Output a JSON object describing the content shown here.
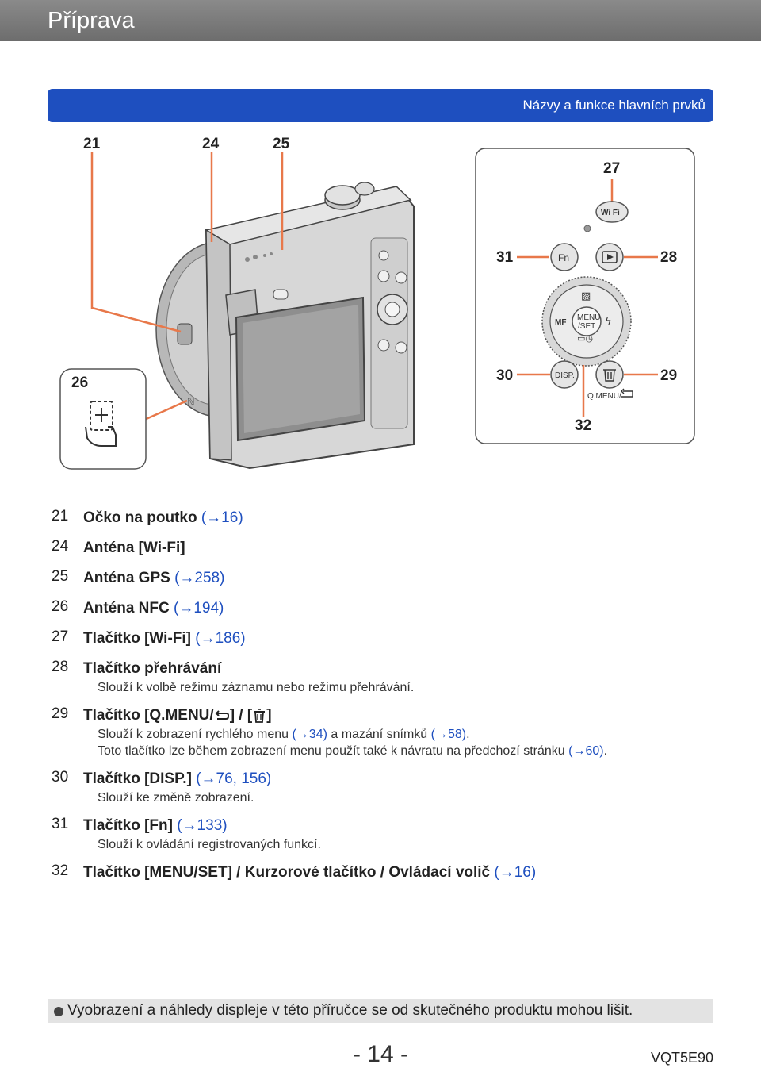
{
  "header": {
    "title": "Příprava"
  },
  "section": {
    "label": "Názvy a funkce hlavních prvků"
  },
  "figure": {
    "labels": {
      "l21": "21",
      "l24": "24",
      "l25": "25",
      "l26": "26",
      "l27": "27",
      "l28": "28",
      "l29": "29",
      "l30": "30",
      "l31": "31",
      "l32": "32"
    },
    "buttons": {
      "wifi": "Wi Fi",
      "fn": "Fn",
      "menu_top": "MENU",
      "menu_bottom": "/SET",
      "mf": "MF",
      "disp": "DISP.",
      "qmenu": "Q.MENU/"
    }
  },
  "items": [
    {
      "num": "21",
      "title": "Očko na poutko",
      "ref": "(→16)",
      "desc": []
    },
    {
      "num": "24",
      "title": "Anténa [Wi-Fi]",
      "ref": "",
      "desc": []
    },
    {
      "num": "25",
      "title": "Anténa GPS",
      "ref": "(→258)",
      "desc": []
    },
    {
      "num": "26",
      "title": "Anténa NFC",
      "ref": "(→194)",
      "desc": []
    },
    {
      "num": "27",
      "title": "Tlačítko [Wi-Fi]",
      "ref": "(→186)",
      "desc": []
    },
    {
      "num": "28",
      "title": "Tlačítko přehrávání",
      "ref": "",
      "desc": [
        "Slouží k volbě režimu záznamu nebo režimu přehrávání."
      ]
    },
    {
      "num": "29",
      "title_a": "Tlačítko [Q.MENU/",
      "title_b": "] / [",
      "title_c": "]",
      "desc_a": "Slouží k zobrazení rychlého menu ",
      "desc_a_ref": "(→34)",
      "desc_b": " a mazání snímků ",
      "desc_b_ref": "(→58)",
      "desc_c": ".",
      "desc2": "Toto tlačítko lze během zobrazení menu použít také k návratu na předchozí stránku ",
      "desc2_ref": "(→60)",
      "desc2_end": "."
    },
    {
      "num": "30",
      "title": "Tlačítko [DISP.]",
      "ref": "(→76, 156)",
      "desc": [
        "Slouží ke změně zobrazení."
      ]
    },
    {
      "num": "31",
      "title": "Tlačítko [Fn]",
      "ref": "(→133)",
      "desc": [
        "Slouží k ovládání registrovaných funkcí."
      ]
    },
    {
      "num": "32",
      "title": "Tlačítko [MENU/SET] / Kurzorové tlačítko / Ovládací volič",
      "ref": "(→16)",
      "desc": []
    }
  ],
  "note": {
    "text": "Vyobrazení a náhledy displeje v této příručce se od skutečného produktu mohou lišit."
  },
  "footer": {
    "page": "- 14 -",
    "code": "VQT5E90"
  },
  "colors": {
    "accent_blue": "#1e4fbf",
    "callout_orange": "#e8784a",
    "header_gray": "#7a7a7a"
  }
}
